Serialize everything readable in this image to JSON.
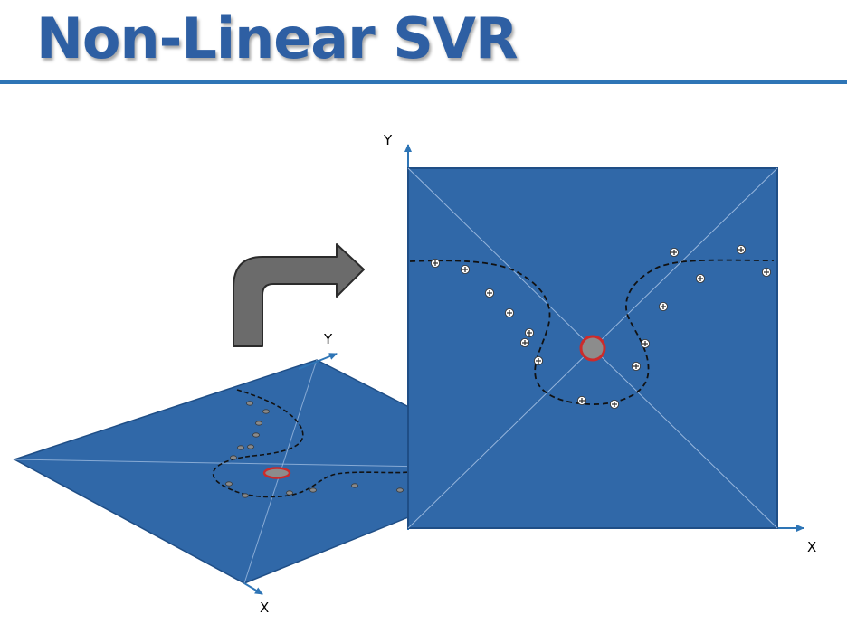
{
  "title": "Non-Linear SVR",
  "colors": {
    "title": "#2e5fa3",
    "rule": "#2e75b6",
    "plane": "#3068a8",
    "plane_border": "#1f4e86",
    "axis": "#2e75b6",
    "arrow_fill": "#6b6b6b",
    "center_marker": "#cc2b2b",
    "center_fill": "#8c8c8c"
  },
  "tilted_plane": {
    "x_label": "X",
    "y_label": "Y"
  },
  "flat_plane": {
    "x_label": "X",
    "y_label": "Y"
  },
  "transform_arrow_icon": "curved-arrow-icon",
  "data_point_icon": "plus-icon"
}
